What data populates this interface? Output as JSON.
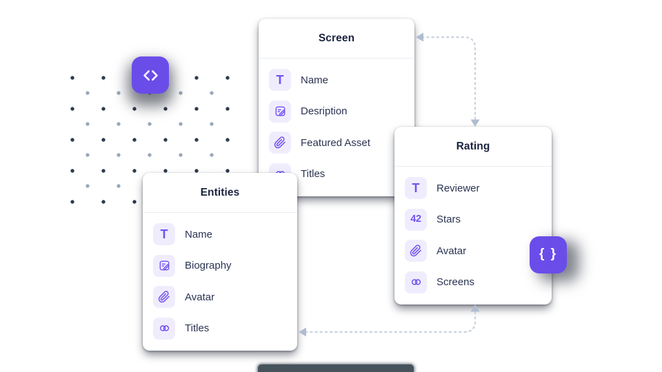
{
  "diagram": {
    "cards": [
      {
        "title": "Screen",
        "fields": [
          {
            "icon": "text-icon",
            "label": "Name"
          },
          {
            "icon": "richtext-icon",
            "label": "Desription"
          },
          {
            "icon": "paperclip-icon",
            "label": "Featured Asset"
          },
          {
            "icon": "link-icon",
            "label": "Titles"
          }
        ]
      },
      {
        "title": "Entities",
        "fields": [
          {
            "icon": "text-icon",
            "label": "Name"
          },
          {
            "icon": "richtext-icon",
            "label": "Biography"
          },
          {
            "icon": "paperclip-icon",
            "label": "Avatar"
          },
          {
            "icon": "link-icon",
            "label": "Titles"
          }
        ]
      },
      {
        "title": "Rating",
        "fields": [
          {
            "icon": "text-icon",
            "label": "Reviewer"
          },
          {
            "icon": "number-icon",
            "label": "Stars"
          },
          {
            "icon": "paperclip-icon",
            "label": "Avatar"
          },
          {
            "icon": "link-icon",
            "label": "Screens"
          }
        ]
      }
    ],
    "icon_glyphs": {
      "text": "T",
      "number": "42"
    },
    "badges": [
      {
        "name": "code",
        "glyph": "< >"
      },
      {
        "name": "braces",
        "glyph": "{ }"
      }
    ],
    "connections": [
      {
        "from": "Screen right edge",
        "to": "Rating top edge",
        "style": "dotted",
        "arrows": "both ends"
      },
      {
        "from": "Entities right edge",
        "to": "Rating bottom edge",
        "style": "dotted",
        "arrows": "both ends"
      }
    ],
    "colors": {
      "accent_purple": "#6A4DE9",
      "icon_purple": "#7351F0",
      "chip_background": "#EFEDFD",
      "card_background": "#FFFFFF",
      "title_text": "#1B2340",
      "label_text": "#2A3352",
      "connector": "#CBD3DE",
      "arrowhead": "#AFBCD1",
      "dot_dark": "#2E3A4D",
      "dot_light": "#9AA8BA",
      "page_background": "#FFFFFF"
    }
  }
}
